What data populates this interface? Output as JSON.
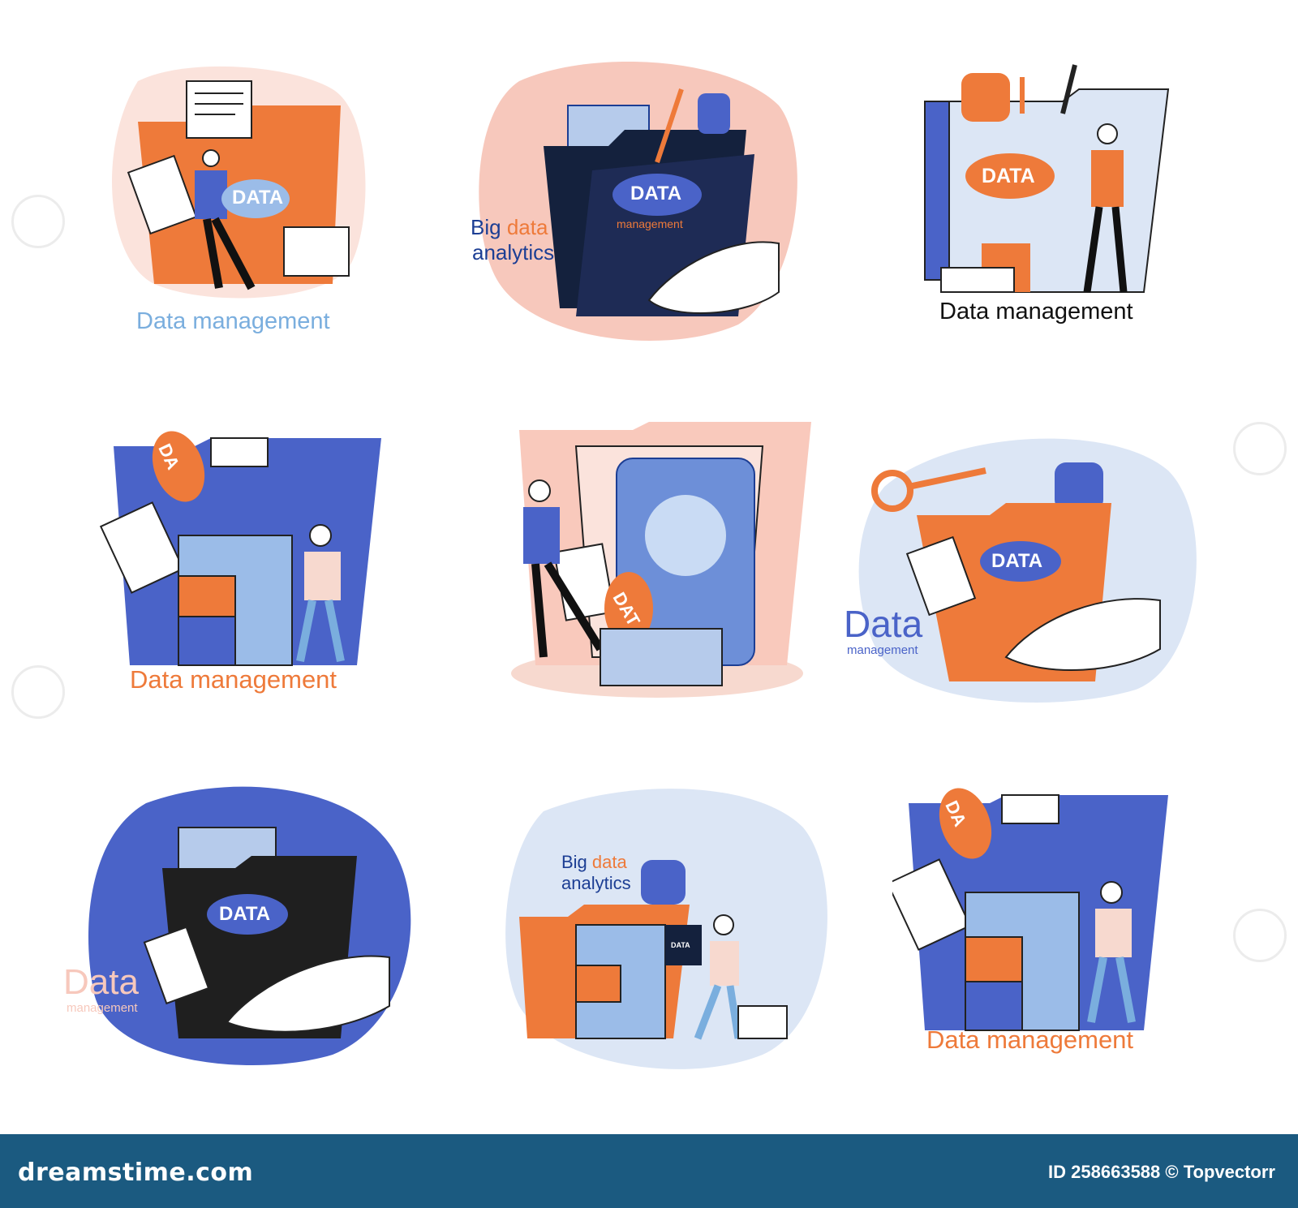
{
  "image": {
    "colors": {
      "orange": "#ee7a3a",
      "blue": "#4a63c8",
      "navy": "#14213d",
      "light_blue": "#dce6f5",
      "pink": "#f7cfc4",
      "caption_light_blue": "#7aaede",
      "caption_navy": "#1c3e94",
      "caption_orange": "#ee7a3a",
      "footer": "#1b5a80"
    },
    "tiles": [
      {
        "caption": "Data management",
        "badge": "DATA"
      },
      {
        "caption_part1": "Big ",
        "caption_part2": "data",
        "caption_part3": "analytics",
        "badge": "DATA",
        "badge_sub": "management"
      },
      {
        "caption": "Data management",
        "badge": "DATA"
      },
      {
        "caption": "Data management",
        "badge": "DA"
      },
      {
        "badge": "DAT"
      },
      {
        "caption_big": "Data",
        "caption_small": "management",
        "badge": "DATA"
      },
      {
        "caption_big": "Data",
        "caption_small": "management",
        "badge": "DATA"
      },
      {
        "caption_part1": "Big ",
        "caption_part2": "data",
        "caption_part3": "analytics",
        "badge": "DATA"
      },
      {
        "caption": "Data management",
        "badge": "DA"
      }
    ],
    "footer": {
      "brand": "dreamstime.com",
      "id_text": "ID 258663588 © Topvectorr"
    }
  }
}
